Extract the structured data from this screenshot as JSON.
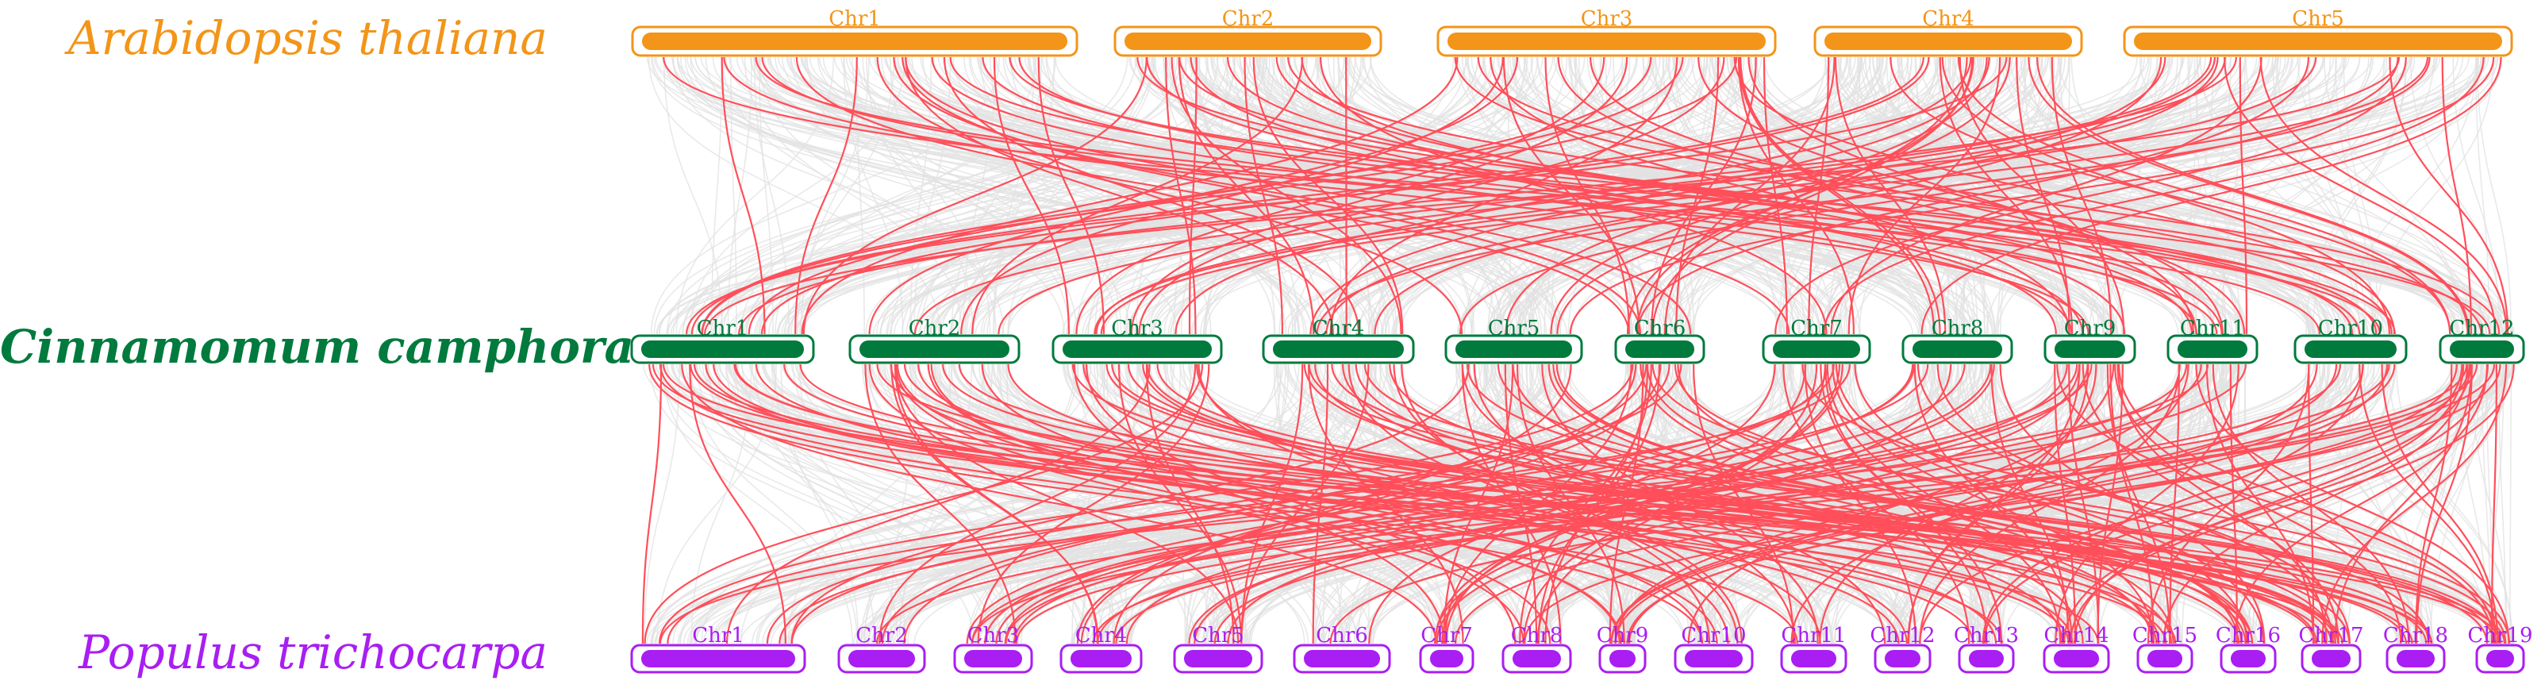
{
  "species": [
    {
      "id": "ath",
      "name": "Arabidopsis thaliana",
      "color": "#F39518"
    },
    {
      "id": "cca",
      "name": "Cinnamomum camphora",
      "color": "#007A3D"
    },
    {
      "id": "ptr",
      "name": "Populus trichocarpa",
      "color": "#A91EF2"
    }
  ],
  "chromosomes": {
    "ath": [
      "Chr1",
      "Chr2",
      "Chr3",
      "Chr4",
      "Chr5"
    ],
    "cca": [
      "Chr1",
      "Chr2",
      "Chr3",
      "Chr4",
      "Chr5",
      "Chr6",
      "Chr7",
      "Chr8",
      "Chr9",
      "Chr11",
      "Chr10",
      "Chr12"
    ],
    "ptr": [
      "Chr1",
      "Chr2",
      "Chr3",
      "Chr4",
      "Chr5",
      "Chr6",
      "Chr7",
      "Chr8",
      "Chr9",
      "Chr10",
      "Chr11",
      "Chr12",
      "Chr13",
      "Chr14",
      "Chr15",
      "Chr16",
      "Chr17",
      "Chr18",
      "Chr19"
    ]
  },
  "link_colors": {
    "background": "#E2E2E2",
    "highlight": "#FF4F5A"
  }
}
